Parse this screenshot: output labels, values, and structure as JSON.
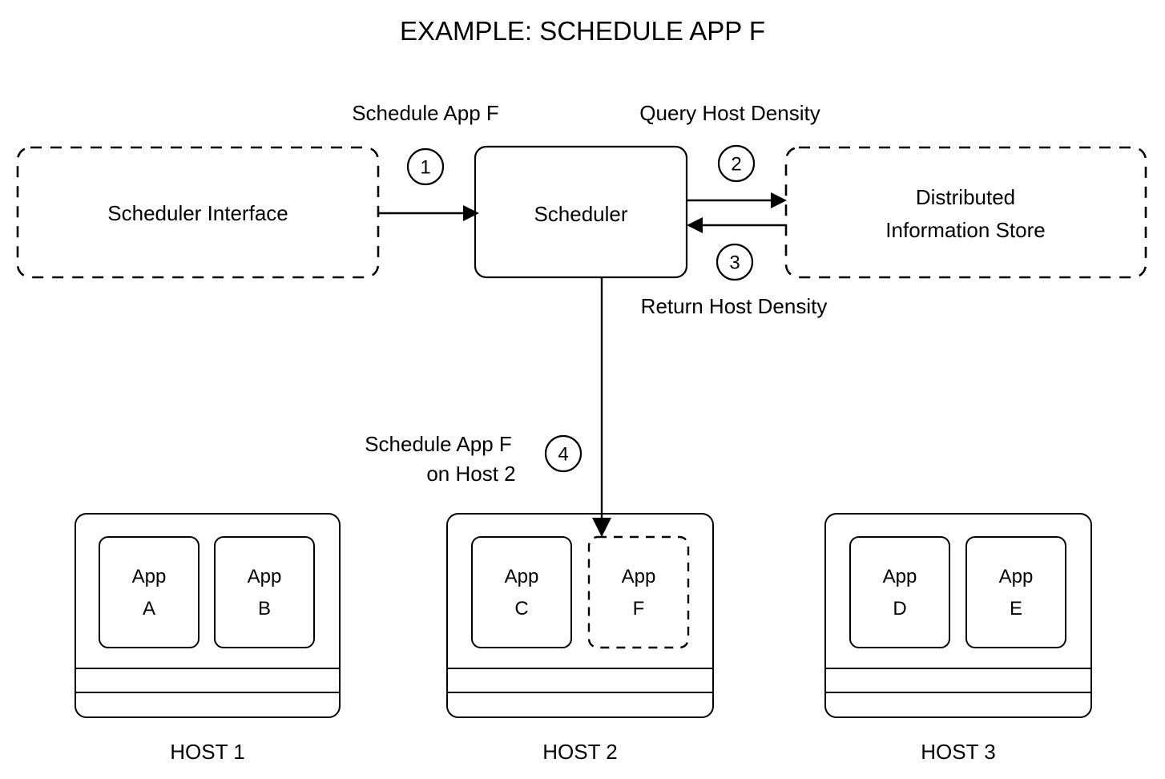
{
  "title": "EXAMPLE: SCHEDULE APP F",
  "nodes": {
    "scheduler_interface": "Scheduler Interface",
    "scheduler": "Scheduler",
    "info_store_line1": "Distributed",
    "info_store_line2": "Information Store"
  },
  "flow_labels": {
    "schedule_app_f": "Schedule App F",
    "query_host_density": "Query Host Density",
    "return_host_density": "Return Host Density",
    "schedule_on_host_line1": "Schedule App F",
    "schedule_on_host_line2": "on Host 2"
  },
  "steps": [
    {
      "number": "1",
      "label": "Schedule App F"
    },
    {
      "number": "2",
      "label": "Query Host Density"
    },
    {
      "number": "3",
      "label": "Return Host Density"
    },
    {
      "number": "4",
      "label": "Schedule App F on Host 2"
    }
  ],
  "hosts": [
    {
      "name": "HOST 1",
      "apps": [
        {
          "line1": "App",
          "line2": "A",
          "state": "running"
        },
        {
          "line1": "App",
          "line2": "B",
          "state": "running"
        }
      ]
    },
    {
      "name": "HOST 2",
      "apps": [
        {
          "line1": "App",
          "line2": "C",
          "state": "running"
        },
        {
          "line1": "App",
          "line2": "F",
          "state": "pending"
        }
      ]
    },
    {
      "name": "HOST 3",
      "apps": [
        {
          "line1": "App",
          "line2": "D",
          "state": "running"
        },
        {
          "line1": "App",
          "line2": "E",
          "state": "running"
        }
      ]
    }
  ],
  "colors": {
    "stroke": "#000000",
    "background": "#ffffff",
    "text": "#000000"
  }
}
